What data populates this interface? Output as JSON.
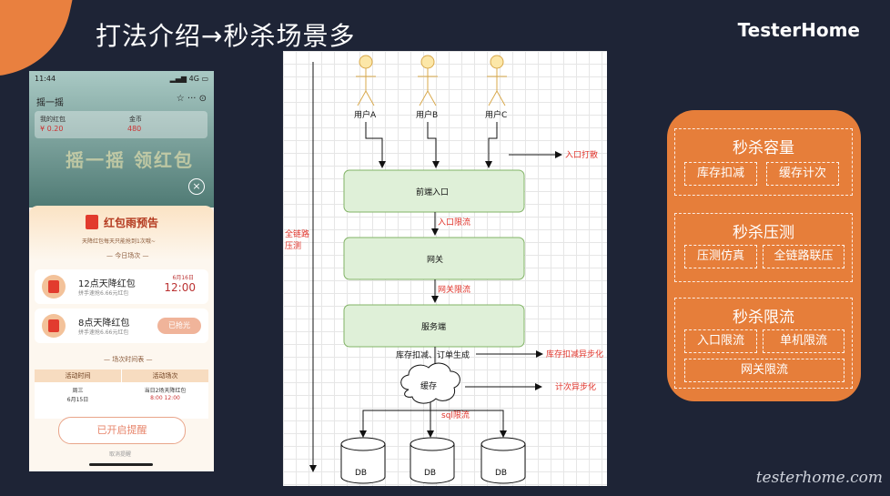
{
  "slide": {
    "title": "打法介绍→秒杀场景多",
    "brand": "TesterHome",
    "watermark": "testerhome.com"
  },
  "phone": {
    "status_time": "11:44",
    "status_right": "▂▄▆ 4G ▭",
    "nav_title": "摇一摇",
    "nav_icons": "☆ ··· ⊙",
    "card_left_label": "我的红包",
    "card_left_value": "¥ 0.20",
    "card_right_label": "金币",
    "card_right_value": "480",
    "banner": "摇一摇 领红包",
    "close_icon": "×",
    "sheet_title": "红包雨预告",
    "sheet_subtitle": "天降红包每天只能抢到1次哦~",
    "today_label": "— 今日场次 —",
    "items": [
      {
        "title": "12点天降红包",
        "sub": "拼手速抢6.66元红包",
        "date": "6月16日",
        "time": "12:00",
        "status": ""
      },
      {
        "title": "8点天降红包",
        "sub": "拼手速抢6.66元红包",
        "date": "",
        "time": "",
        "status": "已抢光"
      }
    ],
    "schedule_label": "— 场次时间表 —",
    "table_header": [
      "活动时间",
      "活动场次"
    ],
    "table_row": [
      "周三",
      "6月15日",
      "当日2场天降红包",
      "8:00  12:00"
    ],
    "reminder_button": "已开启提醒",
    "cancel_link": "取消提醒"
  },
  "diagram": {
    "users": [
      "用户A",
      "用户B",
      "用户C"
    ],
    "nodes": {
      "frontend": "前端入口",
      "gateway": "网关",
      "service": "服务端",
      "cache": "缓存",
      "db": "DB"
    },
    "edge_labels": {
      "entry_throttle": "入口限流",
      "gateway_throttle": "网关限流",
      "stock_order": "库存扣减、订单生成",
      "sql_throttle": "sql限流"
    },
    "side_labels": {
      "entry_scatter": "入口打散",
      "stock_async": "库存扣减异步化",
      "count_async": "计次异步化",
      "full_link": "全链路\n压测"
    }
  },
  "panel": {
    "groups": [
      {
        "title": "秒杀容量",
        "chips": [
          "库存扣减",
          "缓存计次"
        ]
      },
      {
        "title": "秒杀压测",
        "chips": [
          "压测仿真",
          "全链路联压"
        ]
      },
      {
        "title": "秒杀限流",
        "chips": [
          "入口限流",
          "单机限流",
          "网关限流"
        ]
      }
    ]
  },
  "colors": {
    "background": "#1e2436",
    "accent": "#e67e3a",
    "node_fill": "#dff0d8",
    "node_stroke": "#82b366",
    "red": "#e0332a"
  }
}
